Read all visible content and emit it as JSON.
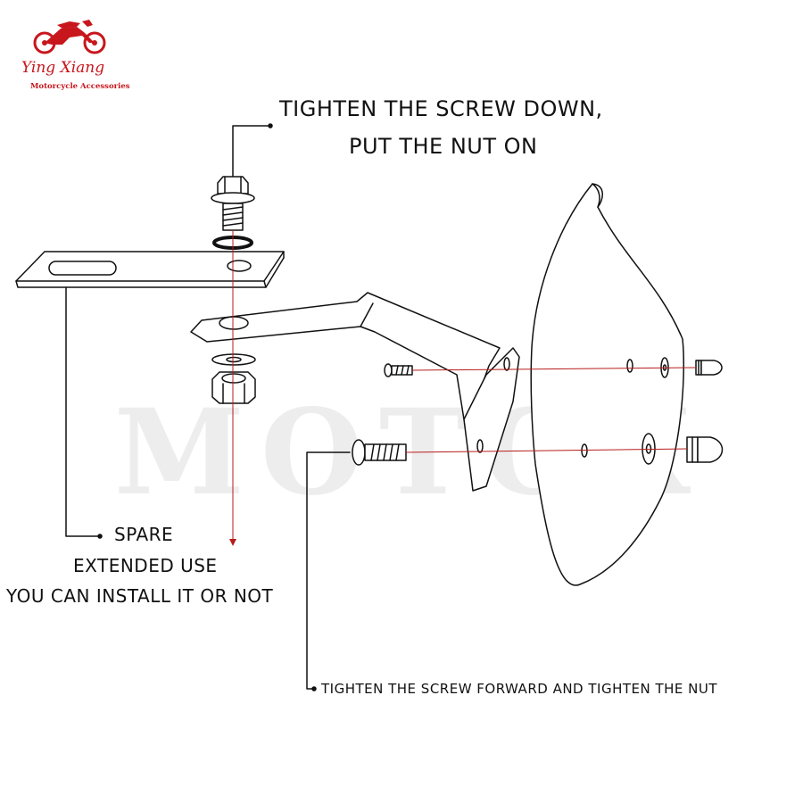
{
  "brand": {
    "name": "Ying Xiang",
    "subtitle": "Motorcycle Accessories",
    "logo_icon": "motorcycle-icon",
    "color": "#c8161d"
  },
  "watermark": "MOTOX",
  "labels": {
    "top_line1": "TIGHTEN THE SCREW DOWN,",
    "top_line2": "PUT THE NUT ON",
    "spare_line1": "SPARE",
    "spare_line2": "EXTENDED USE",
    "spare_line3": "YOU CAN INSTALL IT OR NOT",
    "bottom": "TIGHTEN THE SCREW FORWARD AND TIGHTEN THE NUT"
  },
  "colors": {
    "line": "#111111",
    "assembly_line": "#b71c1c",
    "accent": "#c8161d"
  }
}
